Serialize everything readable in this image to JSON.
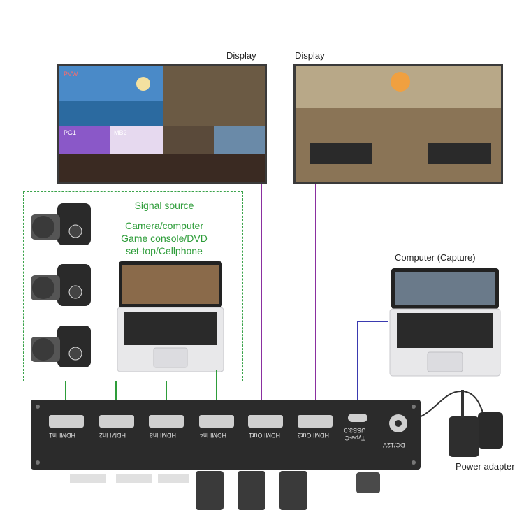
{
  "labels": {
    "display_left": "Display",
    "display_right": "Display",
    "signal_source_title": "Signal source",
    "signal_source_lines": [
      "Camera/computer",
      "Game console/DVD",
      "set-top/Cellphone"
    ],
    "computer_capture": "Computer (Capture)",
    "power_adapter": "Power adapter"
  },
  "device": {
    "ports": [
      {
        "label": "HDMI In1"
      },
      {
        "label": "HDMI In2"
      },
      {
        "label": "HDMI In3"
      },
      {
        "label": "HDMI In4"
      },
      {
        "label": "HDMI Out1"
      },
      {
        "label": "HDMI Out2"
      },
      {
        "label": "Type-C USB3.0"
      },
      {
        "label": "DC/12V"
      }
    ]
  },
  "quad_screen": {
    "tags": [
      "PVW",
      "PG1",
      "MB2"
    ]
  },
  "colors": {
    "input_line": "#2e9d3a",
    "output_line": "#8a2fa0",
    "usb_line": "#3a3ab0",
    "device_body": "#2b2b2b",
    "dashed_box": "#3aa34a"
  }
}
